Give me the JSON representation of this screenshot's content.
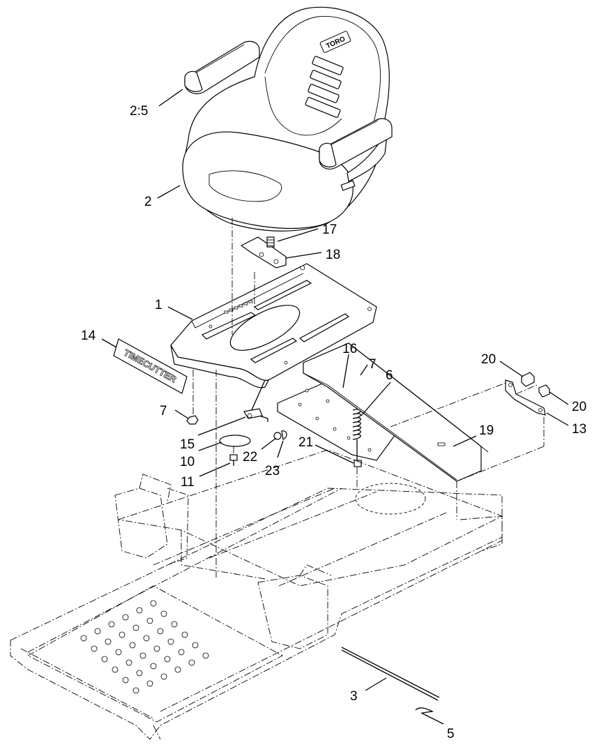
{
  "callouts": [
    {
      "id": "c-2-5",
      "text": "2:5"
    },
    {
      "id": "c-2",
      "text": "2"
    },
    {
      "id": "c-17",
      "text": "17"
    },
    {
      "id": "c-18",
      "text": "18"
    },
    {
      "id": "c-1",
      "text": "1"
    },
    {
      "id": "c-14",
      "text": "14"
    },
    {
      "id": "c-16",
      "text": "16"
    },
    {
      "id": "c-7a",
      "text": "7"
    },
    {
      "id": "c-6",
      "text": "6"
    },
    {
      "id": "c-20a",
      "text": "20"
    },
    {
      "id": "c-20b",
      "text": "20"
    },
    {
      "id": "c-13",
      "text": "13"
    },
    {
      "id": "c-19",
      "text": "19"
    },
    {
      "id": "c-7b",
      "text": "7"
    },
    {
      "id": "c-15",
      "text": "15"
    },
    {
      "id": "c-10",
      "text": "10"
    },
    {
      "id": "c-22",
      "text": "22"
    },
    {
      "id": "c-23",
      "text": "23"
    },
    {
      "id": "c-21",
      "text": "21"
    },
    {
      "id": "c-11",
      "text": "11"
    },
    {
      "id": "c-3",
      "text": "3"
    },
    {
      "id": "c-5",
      "text": "5"
    }
  ],
  "seat_logo": "TORO",
  "decal_text": "TIMECUTTER",
  "colors": {
    "line": "#000000",
    "background": "#ffffff"
  }
}
